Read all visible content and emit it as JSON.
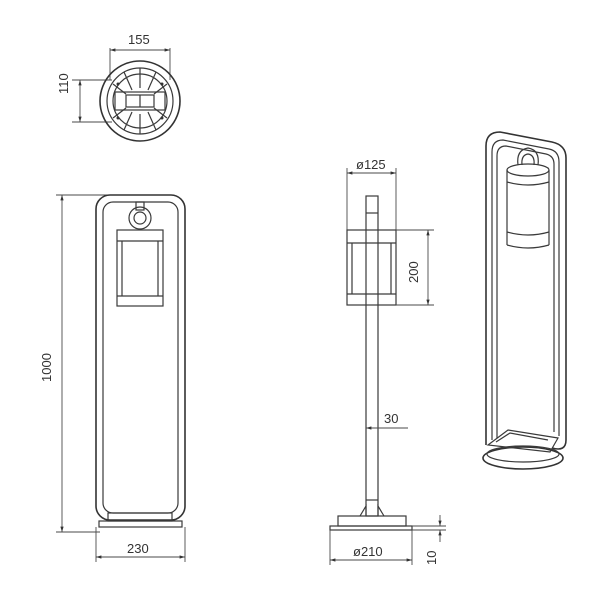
{
  "drawing": {
    "subject": "garden bollard lamp technical drawing",
    "line_color": "#3a3a3a",
    "background": "#ffffff"
  },
  "top_view": {
    "width_label": "155",
    "depth_label": "110"
  },
  "front_view": {
    "height_label": "1000",
    "base_width_label": "230"
  },
  "side_view": {
    "lamp_diameter_label": "ø125",
    "lamp_height_label": "200",
    "pole_width_label": "30",
    "base_diameter_label": "ø210",
    "base_thickness_label": "10"
  },
  "perspective_view": {
    "label": ""
  }
}
